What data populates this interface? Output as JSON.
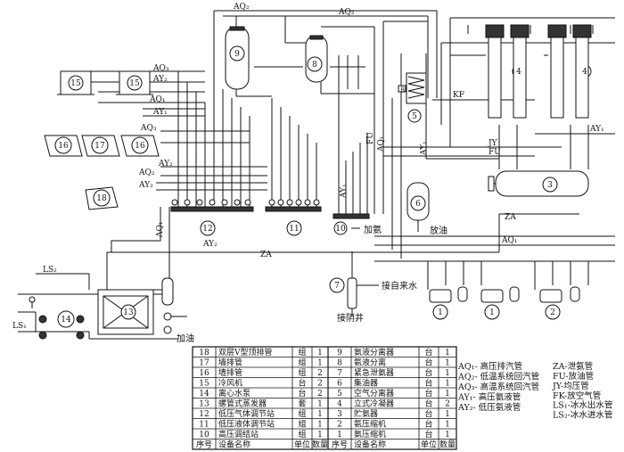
{
  "pipe_labels": {
    "aq2_top_a": "AQ₂",
    "aq2_top_b": "AQ₂",
    "aq3_left": "AQ₃",
    "ay2_left": "AY₂",
    "aq1_left": "AQ₁",
    "ay1_left": "AY₁",
    "aq3_mid": "AQ₃",
    "ay2_mid": "AY₂",
    "aq2_mid": "AQ₂",
    "ay2_mid2": "AY₂",
    "aq1_vert": "AQ₁",
    "ay2_bottom": "AY₂",
    "za_mid": "ZA",
    "za_right": "ZA",
    "aq1_right": "AQ₁",
    "ls2": "LS₂",
    "ls1": "LS₁",
    "fu_vert": "FU",
    "aq1_v2": "AQ₁",
    "ay1_v": "AY₁",
    "ay_v3": "AY₁",
    "jy": "JY",
    "fu_right": "FU",
    "kf": "KF",
    "ay1_right": "AY₁",
    "b_small": "B"
  },
  "annotations": {
    "add_ammonia": "加氨",
    "oil_drain_right": "放油",
    "oil_add": "加油",
    "tap_water": "接自来水",
    "sewer": "接阴井"
  },
  "equipment_numbers": {
    "n15a": "15",
    "n15b": "15",
    "n16": "16",
    "n17": "17",
    "n16b": "16",
    "n18": "18",
    "n9": "9",
    "n8": "8",
    "n5": "5",
    "n4a": "4",
    "n4b": "4",
    "n12": "12",
    "n11": "11",
    "n10": "10",
    "n6": "6",
    "n3": "3",
    "n7": "7",
    "n14": "14",
    "n13": "13",
    "n1a": "1",
    "n1b": "1",
    "n2": "2"
  },
  "equipment_table": {
    "headers": [
      "序号",
      "设备名称",
      "单位",
      "数量",
      "序号",
      "设备名称",
      "单位",
      "数量"
    ],
    "rows": [
      [
        "18",
        "双层V型顶排管",
        "组",
        "1",
        "9",
        "氨液分离器",
        "台",
        "1"
      ],
      [
        "17",
        "墙排管",
        "组",
        "1",
        "8",
        "氨液分离",
        "台",
        "1"
      ],
      [
        "16",
        "墙排管",
        "组",
        "2",
        "7",
        "紧急泄氨器",
        "台",
        "1"
      ],
      [
        "15",
        "冷风机",
        "台",
        "2",
        "6",
        "集油器",
        "台",
        "1"
      ],
      [
        "14",
        "离心水泵",
        "台",
        "2",
        "5",
        "空气分离器",
        "台",
        "1"
      ],
      [
        "13",
        "螺管式蒸发器",
        "套",
        "1",
        "4",
        "立式冷凝器",
        "台",
        "2"
      ],
      [
        "12",
        "低压气体调节站",
        "组",
        "1",
        "3",
        "贮氨器",
        "台",
        "1"
      ],
      [
        "11",
        "低压液体调节站",
        "组",
        "1",
        "2",
        "氨压缩机",
        "台",
        "1"
      ],
      [
        "10",
        "高压调结站",
        "组",
        "1",
        "1",
        "氨压缩机",
        "台",
        "1"
      ]
    ]
  },
  "legend": {
    "left": [
      {
        "code": "AQ₁",
        "desc": "高压排汽管"
      },
      {
        "code": "AQ₂",
        "desc": "低温系统回汽管"
      },
      {
        "code": "AQ₃",
        "desc": "高温系统回汽管"
      },
      {
        "code": "AY₁",
        "desc": "高压氨液管"
      },
      {
        "code": "AY₂",
        "desc": "低压氨液管"
      }
    ],
    "right": [
      {
        "code": "ZA",
        "desc": "泄氨管"
      },
      {
        "code": "FU",
        "desc": "放油管"
      },
      {
        "code": "JY",
        "desc": "均压管"
      },
      {
        "code": "FK",
        "desc": "放空气管"
      },
      {
        "code": "LS₁",
        "desc": "冰水出水管"
      },
      {
        "code": "LS₂",
        "desc": "冰水进水管"
      }
    ]
  }
}
